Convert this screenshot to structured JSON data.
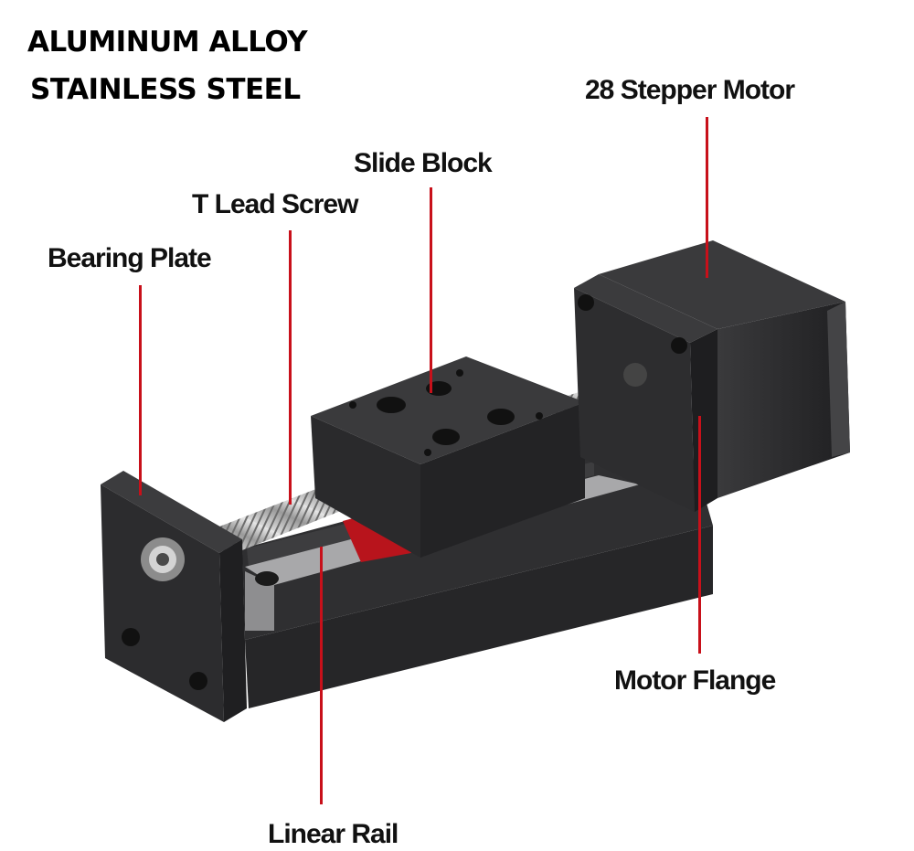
{
  "header": {
    "line1": "ALUMINUM ALLOY",
    "line2": "STAINLESS STEEL"
  },
  "callouts": {
    "stepper_motor": "28 Stepper Motor",
    "slide_block": "Slide Block",
    "lead_screw": "T Lead Screw",
    "bearing_plate": "Bearing Plate",
    "motor_flange": "Motor Flange",
    "linear_rail": "Linear Rail"
  },
  "colors": {
    "leader": "#c8101a",
    "body": "#2b2b2d",
    "screw": "#b9b9b9"
  }
}
